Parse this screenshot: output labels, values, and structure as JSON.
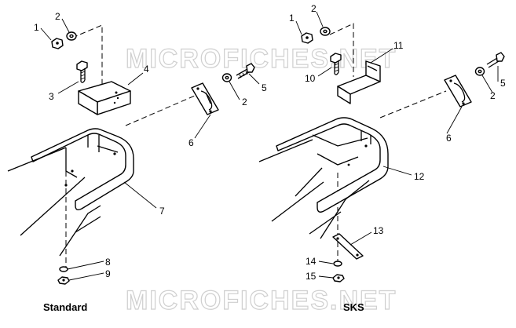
{
  "watermark": {
    "top": "MICROFICHES.NET",
    "bottom": "MICROFICHES.NET"
  },
  "captions": {
    "left": "Standard",
    "right": "SKS"
  },
  "callouts": {
    "left": [
      {
        "id": "1",
        "label": "1"
      },
      {
        "id": "2a",
        "label": "2"
      },
      {
        "id": "3",
        "label": "3"
      },
      {
        "id": "4",
        "label": "4"
      },
      {
        "id": "5",
        "label": "5"
      },
      {
        "id": "2b",
        "label": "2"
      },
      {
        "id": "6",
        "label": "6"
      },
      {
        "id": "7",
        "label": "7"
      },
      {
        "id": "8",
        "label": "8"
      },
      {
        "id": "9",
        "label": "9"
      }
    ],
    "right": [
      {
        "id": "1",
        "label": "1"
      },
      {
        "id": "2a",
        "label": "2"
      },
      {
        "id": "11",
        "label": "11"
      },
      {
        "id": "10",
        "label": "10"
      },
      {
        "id": "5",
        "label": "5"
      },
      {
        "id": "2b",
        "label": "2"
      },
      {
        "id": "6",
        "label": "6"
      },
      {
        "id": "12",
        "label": "12"
      },
      {
        "id": "13",
        "label": "13"
      },
      {
        "id": "14",
        "label": "14"
      },
      {
        "id": "15",
        "label": "15"
      }
    ]
  }
}
